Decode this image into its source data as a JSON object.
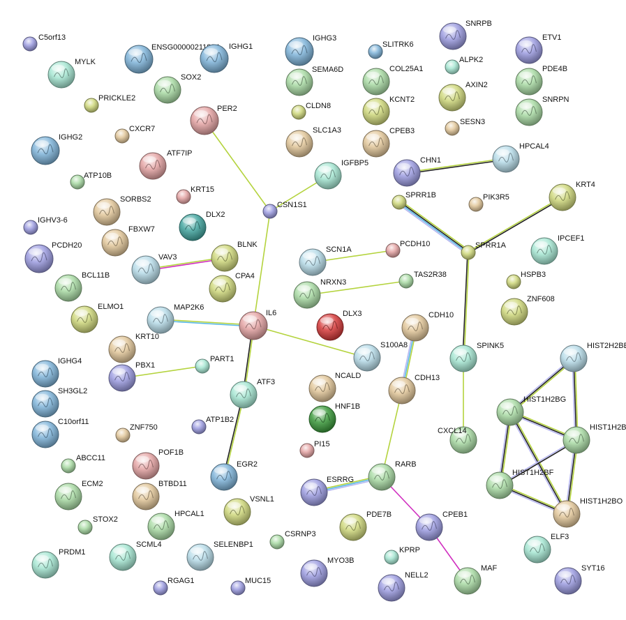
{
  "network": {
    "colors": {
      "green": "#b7dce9",
      "blue": "#7fb4d9",
      "lightgreen": "#a9dba4",
      "tan": "#e2c79a",
      "pink": "#e4a3a3",
      "purple": "#9c9ce0",
      "teal": "#43a6a0",
      "red": "#d63a3a",
      "darkgreen": "#3c9a3c",
      "yellowgreen": "#cfd87c",
      "mint": "#a6e6d2",
      "edge_textmining": "#b4d33d",
      "edge_coexpression": "#222222",
      "edge_database": "#58b7e6",
      "edge_experimental": "#d02dbf",
      "edge_homology": "#b7b7f0"
    },
    "nodes": [
      {
        "id": "C5orf13",
        "label": "C5orf13",
        "color": "purple"
      },
      {
        "id": "MYLK",
        "label": "MYLK",
        "color": "mint"
      },
      {
        "id": "ENSG00000211894",
        "label": "ENSG00000211894",
        "color": "blue"
      },
      {
        "id": "IGHG1",
        "label": "IGHG1",
        "color": "blue"
      },
      {
        "id": "IGHG3",
        "label": "IGHG3",
        "color": "blue"
      },
      {
        "id": "SLITRK6",
        "label": "SLITRK6",
        "color": "blue"
      },
      {
        "id": "SNRPB",
        "label": "SNRPB",
        "color": "purple"
      },
      {
        "id": "ETV1",
        "label": "ETV1",
        "color": "purple"
      },
      {
        "id": "PRICKLE2",
        "label": "PRICKLE2",
        "color": "yellowgreen"
      },
      {
        "id": "SOX2",
        "label": "SOX2",
        "color": "lightgreen"
      },
      {
        "id": "SEMA6D",
        "label": "SEMA6D",
        "color": "lightgreen"
      },
      {
        "id": "COL25A1",
        "label": "COL25A1",
        "color": "lightgreen"
      },
      {
        "id": "ALPK2",
        "label": "ALPK2",
        "color": "mint"
      },
      {
        "id": "AXIN2",
        "label": "AXIN2",
        "color": "yellowgreen"
      },
      {
        "id": "PDE4B",
        "label": "PDE4B",
        "color": "lightgreen"
      },
      {
        "id": "SNRPN",
        "label": "SNRPN",
        "color": "lightgreen"
      },
      {
        "id": "PER2",
        "label": "PER2",
        "color": "pink"
      },
      {
        "id": "CLDN8",
        "label": "CLDN8",
        "color": "yellowgreen"
      },
      {
        "id": "KCNT2",
        "label": "KCNT2",
        "color": "yellowgreen"
      },
      {
        "id": "SESN3",
        "label": "SESN3",
        "color": "tan"
      },
      {
        "id": "CXCR7",
        "label": "CXCR7",
        "color": "tan"
      },
      {
        "id": "IGHG2",
        "label": "IGHG2",
        "color": "blue"
      },
      {
        "id": "SLC1A3",
        "label": "SLC1A3",
        "color": "tan"
      },
      {
        "id": "CPEB3",
        "label": "CPEB3",
        "color": "tan"
      },
      {
        "id": "ATF7IP",
        "label": "ATF7IP",
        "color": "pink"
      },
      {
        "id": "IGFBP5",
        "label": "IGFBP5",
        "color": "mint"
      },
      {
        "id": "CHN1",
        "label": "CHN1",
        "color": "purple"
      },
      {
        "id": "HPCAL4",
        "label": "HPCAL4",
        "color": "green"
      },
      {
        "id": "ATP10B",
        "label": "ATP10B",
        "color": "lightgreen"
      },
      {
        "id": "KRT15",
        "label": "KRT15",
        "color": "pink"
      },
      {
        "id": "SPRR1B",
        "label": "SPRR1B",
        "color": "yellowgreen"
      },
      {
        "id": "PIK3R5",
        "label": "PIK3R5",
        "color": "tan"
      },
      {
        "id": "KRT4",
        "label": "KRT4",
        "color": "yellowgreen"
      },
      {
        "id": "SORBS2",
        "label": "SORBS2",
        "color": "tan"
      },
      {
        "id": "CSN1S1",
        "label": "CSN1S1",
        "color": "purple"
      },
      {
        "id": "IGHV3-6",
        "label": "IGHV3-6",
        "color": "purple"
      },
      {
        "id": "DLX2",
        "label": "DLX2",
        "color": "teal"
      },
      {
        "id": "FBXW7",
        "label": "FBXW7",
        "color": "tan"
      },
      {
        "id": "PCDH20",
        "label": "PCDH20",
        "color": "purple"
      },
      {
        "id": "BLNK",
        "label": "BLNK",
        "color": "yellowgreen"
      },
      {
        "id": "SCN1A",
        "label": "SCN1A",
        "color": "green"
      },
      {
        "id": "PCDH10",
        "label": "PCDH10",
        "color": "pink"
      },
      {
        "id": "SPRR1A",
        "label": "SPRR1A",
        "color": "yellowgreen"
      },
      {
        "id": "IPCEF1",
        "label": "IPCEF1",
        "color": "mint"
      },
      {
        "id": "VAV3",
        "label": "VAV3",
        "color": "green"
      },
      {
        "id": "BCL11B",
        "label": "BCL11B",
        "color": "lightgreen"
      },
      {
        "id": "CPA4",
        "label": "CPA4",
        "color": "yellowgreen"
      },
      {
        "id": "TAS2R38",
        "label": "TAS2R38",
        "color": "lightgreen"
      },
      {
        "id": "HSPB3",
        "label": "HSPB3",
        "color": "yellowgreen"
      },
      {
        "id": "NRXN3",
        "label": "NRXN3",
        "color": "lightgreen"
      },
      {
        "id": "ZNF608",
        "label": "ZNF608",
        "color": "yellowgreen"
      },
      {
        "id": "ELMO1",
        "label": "ELMO1",
        "color": "yellowgreen"
      },
      {
        "id": "MAP2K6",
        "label": "MAP2K6",
        "color": "green"
      },
      {
        "id": "IL6",
        "label": "IL6",
        "color": "pink"
      },
      {
        "id": "DLX3",
        "label": "DLX3",
        "color": "red"
      },
      {
        "id": "CDH10",
        "label": "CDH10",
        "color": "tan"
      },
      {
        "id": "KRT10",
        "label": "KRT10",
        "color": "tan"
      },
      {
        "id": "S100A8",
        "label": "S100A8",
        "color": "green"
      },
      {
        "id": "SPINK5",
        "label": "SPINK5",
        "color": "mint"
      },
      {
        "id": "HIST2H2BE",
        "label": "HIST2H2BE",
        "color": "green"
      },
      {
        "id": "IGHG4",
        "label": "IGHG4",
        "color": "blue"
      },
      {
        "id": "PART1",
        "label": "PART1",
        "color": "mint"
      },
      {
        "id": "PBX1",
        "label": "PBX1",
        "color": "purple"
      },
      {
        "id": "NCALD",
        "label": "NCALD",
        "color": "tan"
      },
      {
        "id": "ATF3",
        "label": "ATF3",
        "color": "mint"
      },
      {
        "id": "CDH13",
        "label": "CDH13",
        "color": "tan"
      },
      {
        "id": "SH3GL2",
        "label": "SH3GL2",
        "color": "blue"
      },
      {
        "id": "HIST1H2BG",
        "label": "HIST1H2BG",
        "color": "lightgreen"
      },
      {
        "id": "HNF1B",
        "label": "HNF1B",
        "color": "darkgreen"
      },
      {
        "id": "C10orf11",
        "label": "C10orf11",
        "color": "blue"
      },
      {
        "id": "ZNF750",
        "label": "ZNF750",
        "color": "tan"
      },
      {
        "id": "ATP1B2",
        "label": "ATP1B2",
        "color": "purple"
      },
      {
        "id": "CXCL14",
        "label": "CXCL14",
        "color": "lightgreen"
      },
      {
        "id": "HIST1H2BL",
        "label": "HIST1H2B",
        "color": "lightgreen"
      },
      {
        "id": "PI15",
        "label": "PI15",
        "color": "pink"
      },
      {
        "id": "POF1B",
        "label": "POF1B",
        "color": "pink"
      },
      {
        "id": "ABCC11",
        "label": "ABCC11",
        "color": "lightgreen"
      },
      {
        "id": "RARB",
        "label": "RARB",
        "color": "lightgreen"
      },
      {
        "id": "EGR2",
        "label": "EGR2",
        "color": "blue"
      },
      {
        "id": "ESRRG",
        "label": "ESRRG",
        "color": "purple"
      },
      {
        "id": "HIST1H2BF",
        "label": "HIST1H2BF",
        "color": "lightgreen"
      },
      {
        "id": "ECM2",
        "label": "ECM2",
        "color": "lightgreen"
      },
      {
        "id": "BTBD11",
        "label": "BTBD11",
        "color": "tan"
      },
      {
        "id": "VSNL1",
        "label": "VSNL1",
        "color": "yellowgreen"
      },
      {
        "id": "HIST1H2BO",
        "label": "HIST1H2BO",
        "color": "tan"
      },
      {
        "id": "HPCAL1",
        "label": "HPCAL1",
        "color": "lightgreen"
      },
      {
        "id": "PDE7B",
        "label": "PDE7B",
        "color": "yellowgreen"
      },
      {
        "id": "CPEB1",
        "label": "CPEB1",
        "color": "purple"
      },
      {
        "id": "STOX2",
        "label": "STOX2",
        "color": "lightgreen"
      },
      {
        "id": "CSRNP3",
        "label": "CSRNP3",
        "color": "lightgreen"
      },
      {
        "id": "ELF3",
        "label": "ELF3",
        "color": "mint"
      },
      {
        "id": "SCML4",
        "label": "SCML4",
        "color": "mint"
      },
      {
        "id": "SELENBP1",
        "label": "SELENBP1",
        "color": "green"
      },
      {
        "id": "PRDM1",
        "label": "PRDM1",
        "color": "mint"
      },
      {
        "id": "MYO3B",
        "label": "MYO3B",
        "color": "purple"
      },
      {
        "id": "KPRP",
        "label": "KPRP",
        "color": "mint"
      },
      {
        "id": "MAF",
        "label": "MAF",
        "color": "lightgreen"
      },
      {
        "id": "SYT16",
        "label": "SYT16",
        "color": "purple"
      },
      {
        "id": "NELL2",
        "label": "NELL2",
        "color": "purple"
      },
      {
        "id": "RGAG1",
        "label": "RGAG1",
        "color": "purple"
      },
      {
        "id": "MUC15",
        "label": "MUC15",
        "color": "purple"
      }
    ],
    "edges": [
      {
        "from": "PER2",
        "to": "CSN1S1",
        "types": [
          "textmining"
        ]
      },
      {
        "from": "IGFBP5",
        "to": "CSN1S1",
        "types": [
          "textmining"
        ]
      },
      {
        "from": "CSN1S1",
        "to": "IL6",
        "types": [
          "textmining"
        ]
      },
      {
        "from": "CHN1",
        "to": "HPCAL4",
        "types": [
          "textmining",
          "coexpression"
        ]
      },
      {
        "from": "SPRR1B",
        "to": "SPRR1A",
        "types": [
          "textmining",
          "coexpression",
          "database",
          "homology"
        ]
      },
      {
        "from": "SPRR1A",
        "to": "KRT4",
        "types": [
          "textmining",
          "coexpression"
        ]
      },
      {
        "from": "SPRR1A",
        "to": "SPINK5",
        "types": [
          "textmining",
          "coexpression"
        ]
      },
      {
        "from": "SPINK5",
        "to": "CXCL14",
        "types": [
          "textmining"
        ]
      },
      {
        "from": "VAV3",
        "to": "BLNK",
        "types": [
          "textmining",
          "experimental"
        ]
      },
      {
        "from": "SCN1A",
        "to": "PCDH10",
        "types": [
          "textmining"
        ]
      },
      {
        "from": "NRXN3",
        "to": "TAS2R38",
        "types": [
          "textmining"
        ]
      },
      {
        "from": "MAP2K6",
        "to": "IL6",
        "types": [
          "textmining",
          "database"
        ]
      },
      {
        "from": "IL6",
        "to": "S100A8",
        "types": [
          "textmining"
        ]
      },
      {
        "from": "IL6",
        "to": "ATF3",
        "types": [
          "textmining",
          "coexpression"
        ]
      },
      {
        "from": "ATF3",
        "to": "EGR2",
        "types": [
          "textmining",
          "coexpression"
        ]
      },
      {
        "from": "PBX1",
        "to": "PART1",
        "types": [
          "textmining"
        ]
      },
      {
        "from": "CDH10",
        "to": "CDH13",
        "types": [
          "textmining",
          "database",
          "homology"
        ]
      },
      {
        "from": "CDH13",
        "to": "RARB",
        "types": [
          "textmining"
        ]
      },
      {
        "from": "ESRRG",
        "to": "RARB",
        "types": [
          "textmining",
          "database",
          "homology"
        ]
      },
      {
        "from": "RARB",
        "to": "CPEB1",
        "types": [
          "experimental"
        ]
      },
      {
        "from": "CPEB1",
        "to": "MAF",
        "types": [
          "experimental"
        ]
      },
      {
        "from": "HIST2H2BE",
        "to": "HIST1H2BG",
        "types": [
          "textmining",
          "coexpression",
          "homology"
        ]
      },
      {
        "from": "HIST2H2BE",
        "to": "HIST1H2BL",
        "types": [
          "textmining",
          "coexpression",
          "homology"
        ]
      },
      {
        "from": "HIST1H2BG",
        "to": "HIST1H2BL",
        "types": [
          "textmining",
          "coexpression",
          "homology"
        ]
      },
      {
        "from": "HIST1H2BG",
        "to": "HIST1H2BF",
        "types": [
          "textmining",
          "coexpression",
          "homology"
        ]
      },
      {
        "from": "HIST1H2BG",
        "to": "HIST1H2BO",
        "types": [
          "textmining",
          "coexpression",
          "homology"
        ]
      },
      {
        "from": "HIST1H2BL",
        "to": "HIST1H2BF",
        "types": [
          "coexpression",
          "homology"
        ]
      },
      {
        "from": "HIST1H2BL",
        "to": "HIST1H2BO",
        "types": [
          "textmining",
          "coexpression",
          "homology"
        ]
      },
      {
        "from": "HIST1H2BF",
        "to": "HIST1H2BO",
        "types": [
          "textmining",
          "coexpression",
          "homology"
        ]
      }
    ]
  }
}
